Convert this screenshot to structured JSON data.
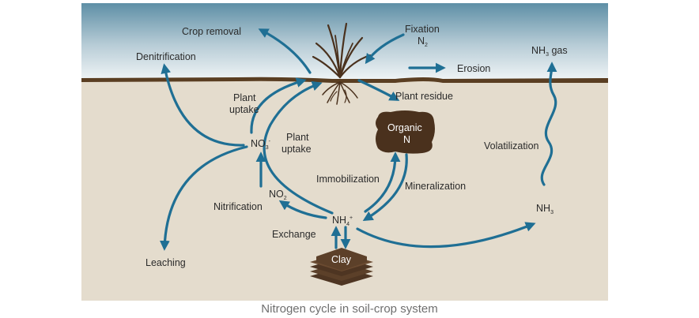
{
  "caption": "Nitrogen cycle in soil-crop system",
  "labels": {
    "crop_removal": "Crop removal",
    "denitrification": "Denitrification",
    "fixation": "Fixation",
    "n2_base": "N",
    "n2_sub": "2",
    "erosion": "Erosion",
    "nh3_gas_base": "NH",
    "nh3_gas_sub": "3",
    "nh3_gas_suffix": " gas",
    "plant_uptake_1_line1": "Plant",
    "plant_uptake_1_line2": "uptake",
    "plant_uptake_2_line1": "Plant",
    "plant_uptake_2_line2": "uptake",
    "plant_residue": "Plant residue",
    "organic_line1": "Organic",
    "organic_line2": "N",
    "no3_base": "NO",
    "no3_sub": "3",
    "no3_sup": "-",
    "no2_base": "NO",
    "no2_sub": "2",
    "immobilization": "Immobilization",
    "mineralization": "Mineralization",
    "volatilization": "Volatilization",
    "nitrification": "Nitrification",
    "nh4_base": "NH",
    "nh4_sub": "4",
    "nh4_sup": "+",
    "nh3_base": "NH",
    "nh3_sub": "3",
    "exchange": "Exchange",
    "leaching": "Leaching",
    "clay": "Clay"
  },
  "colors": {
    "sky_top": "#5e8fa6",
    "sky_bottom": "#eef3f5",
    "soil": "#e4dccd",
    "ground_line": "#5a3e22",
    "arrow": "#1f6f94",
    "organic": "#4a311d",
    "clay": "#5c4029",
    "text": "#2b2b2b",
    "caption": "#6f6f6f"
  }
}
